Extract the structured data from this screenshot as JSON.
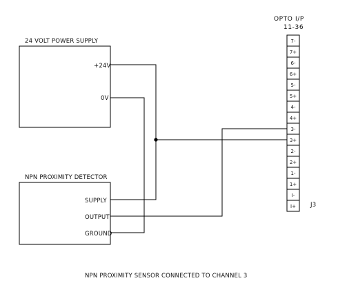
{
  "power_supply": {
    "title": "24 VOLT POWER SUPPLY",
    "pin_pos": "+24V",
    "pin_zero": "0V"
  },
  "detector": {
    "title": "NPN PROXIMITY DETECTOR",
    "pin_supply": "SUPPLY",
    "pin_output": "OUTPUT",
    "pin_ground": "GROUND"
  },
  "terminal": {
    "header_line1": "OPTO I/P",
    "header_line2": "11-36",
    "pins": [
      "7-",
      "7+",
      "6-",
      "6+",
      "5-",
      "5+",
      "4-",
      "4+",
      "3-",
      "3+",
      "2-",
      "2+",
      "1-",
      "1+",
      "I-",
      "I+"
    ],
    "label": "J3"
  },
  "caption": "NPN PROXIMITY SENSOR CONNECTED TO CHANNEL 3"
}
